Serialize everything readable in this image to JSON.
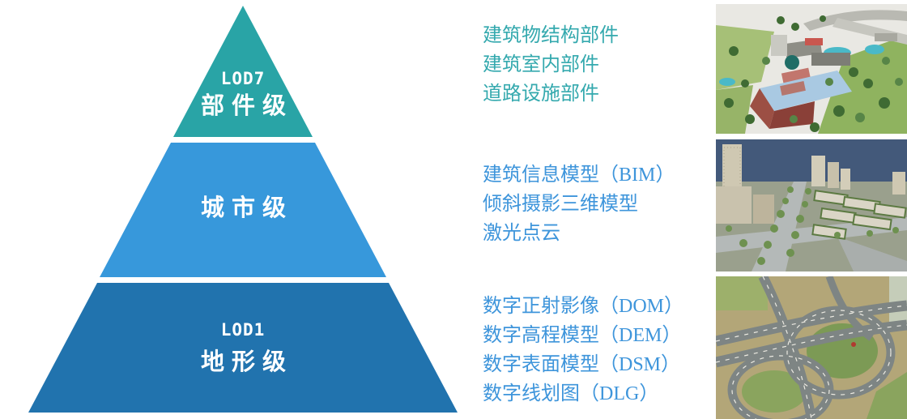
{
  "pyramid": {
    "label_color": "#ffffff",
    "levels": [
      {
        "code": "LOD7",
        "label": "部件级",
        "fill": "#29a4a6",
        "item_color": "#34a9ae",
        "items": [
          "建筑物结构部件",
          "建筑室内部件",
          "道路设施部件"
        ]
      },
      {
        "code": "",
        "label": "城市级",
        "fill": "#3798db",
        "item_color": "#3e95db",
        "items": [
          "建筑信息模型（BIM）",
          "倾斜摄影三维模型",
          "激光点云"
        ]
      },
      {
        "code": "LOD1",
        "label": "地形级",
        "fill": "#2173ae",
        "item_color": "#3e95db",
        "items": [
          "数字正射影像（DOM）",
          "数字高程模型（DEM）",
          "数字表面模型（DSM）",
          "数字线划图（DLG）"
        ]
      }
    ]
  },
  "photos": [
    {
      "name": "component-level-3d-building-model-photo"
    },
    {
      "name": "city-level-oblique-photography-model-photo"
    },
    {
      "name": "terrain-level-aerial-interchange-photo"
    }
  ]
}
